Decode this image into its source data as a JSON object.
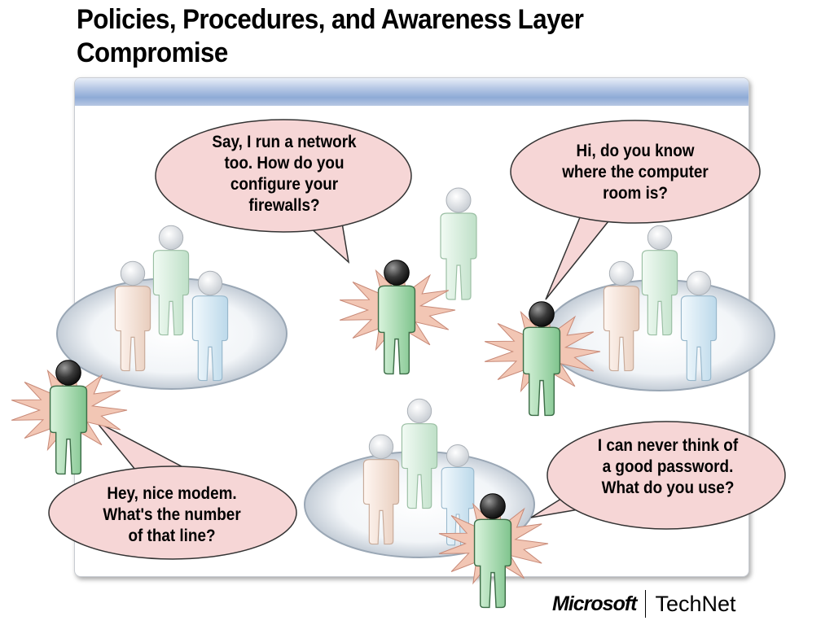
{
  "title": {
    "line1": "Policies, Procedures, and Awareness Layer",
    "line2": "Compromise"
  },
  "bubbles": {
    "network": "Say, I run a network too. How do you configure your firewalls?",
    "computer_room": "Hi, do you know where the computer room is?",
    "modem": "Hey, nice modem. What's the number of that line?",
    "password": "I can never think of a good password. What do you use?"
  },
  "footer": {
    "brand": "Microsoft",
    "product": "TechNet"
  },
  "colors": {
    "bubble_fill": "#f6d6d6",
    "starburst_fill": "#f2c6b4",
    "attacker_body": "#a8dcb0",
    "attacker_head": "#3a3a3a",
    "group_peach": "#f6e2d6",
    "group_green": "#daf0e0",
    "group_blue": "#d8ecf6"
  }
}
